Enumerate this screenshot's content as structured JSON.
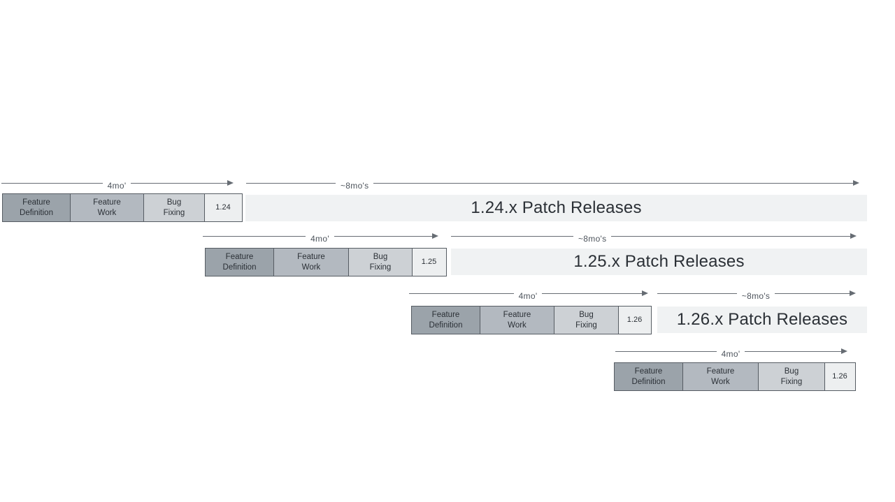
{
  "colors": {
    "phase_definition": "#9ba3aa",
    "phase_work": "#b3b9c0",
    "bug_fixing": "#cdd1d5",
    "version_box": "#edeff0",
    "patch_bar": "#f0f2f3",
    "box_border": "#565c63",
    "text": "#2b3036",
    "arrow": "#666c73"
  },
  "rows": [
    {
      "version": "1.24",
      "phases": [
        "Feature\nDefinition",
        "Feature\nWork",
        "Bug\nFixing"
      ],
      "cycle_arrow_label": "4mo'",
      "patch_arrow_label": "~8mo's",
      "patch_label": "1.24.x Patch Releases"
    },
    {
      "version": "1.25",
      "phases": [
        "Feature\nDefinition",
        "Feature\nWork",
        "Bug\nFixing"
      ],
      "cycle_arrow_label": "4mo'",
      "patch_arrow_label": "~8mo's",
      "patch_label": "1.25.x Patch Releases"
    },
    {
      "version": "1.26",
      "phases": [
        "Feature\nDefinition",
        "Feature\nWork",
        "Bug\nFixing"
      ],
      "cycle_arrow_label": "4mo'",
      "patch_arrow_label": "~8mo's",
      "patch_label": "1.26.x Patch Releases"
    },
    {
      "version": "1.26",
      "phases": [
        "Feature\nDefinition",
        "Feature\nWork",
        "Bug\nFixing"
      ],
      "cycle_arrow_label": "4mo'"
    }
  ]
}
